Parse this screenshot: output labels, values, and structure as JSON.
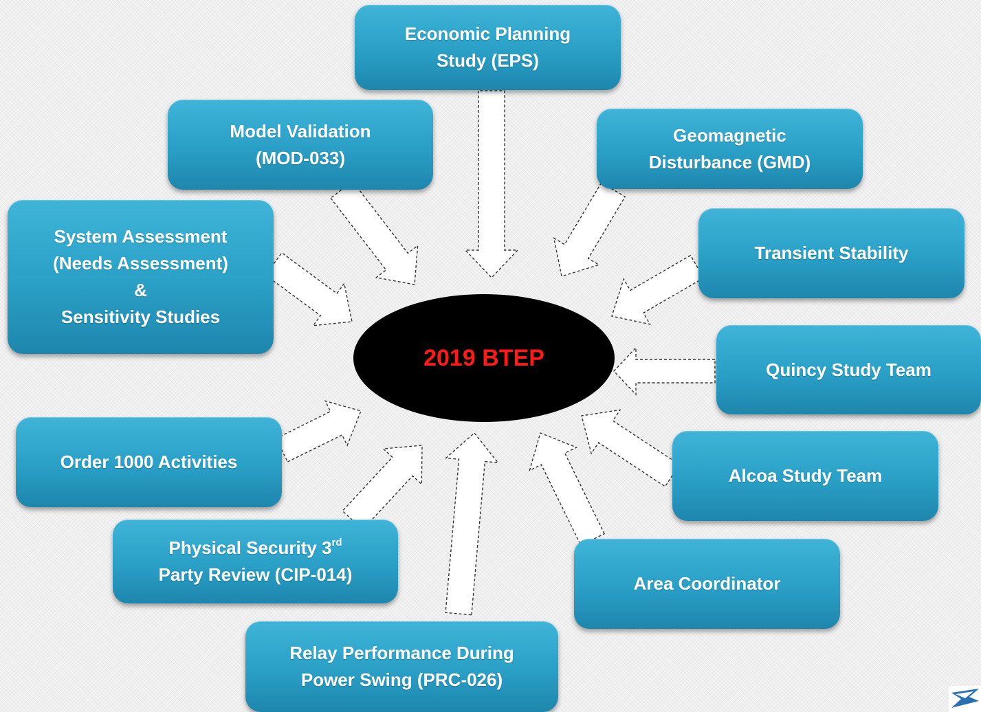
{
  "center": {
    "label": "2019 BTEP"
  },
  "boxes": {
    "eps": [
      "Economic Planning",
      "Study (EPS)"
    ],
    "mod": [
      "Model Validation",
      "(MOD-033)"
    ],
    "gmd": [
      "Geomagnetic",
      "Disturbance (GMD)"
    ],
    "sys": [
      "System Assessment",
      "(Needs Assessment)",
      "&",
      "Sensitivity Studies"
    ],
    "ts": [
      "Transient Stability"
    ],
    "quincy": [
      "Quincy Study Team"
    ],
    "order": [
      "Order 1000 Activities"
    ],
    "alcoa": [
      "Alcoa Study Team"
    ],
    "phys": {
      "line1_pre": "Physical Security 3",
      "line1_sup": "rd",
      "line2": "Party Review (CIP-014)"
    },
    "area": [
      "Area Coordinator"
    ],
    "relay": [
      "Relay Performance During",
      "Power Swing (PRC-026)"
    ]
  },
  "colors": {
    "box_top": "#3fb4d8",
    "box_bottom": "#1e86ad",
    "center_fill": "#000000",
    "center_text": "#ff1a1a",
    "background": "#f3f3f3"
  },
  "icons": {
    "corner_logo": "company-logo-icon"
  }
}
